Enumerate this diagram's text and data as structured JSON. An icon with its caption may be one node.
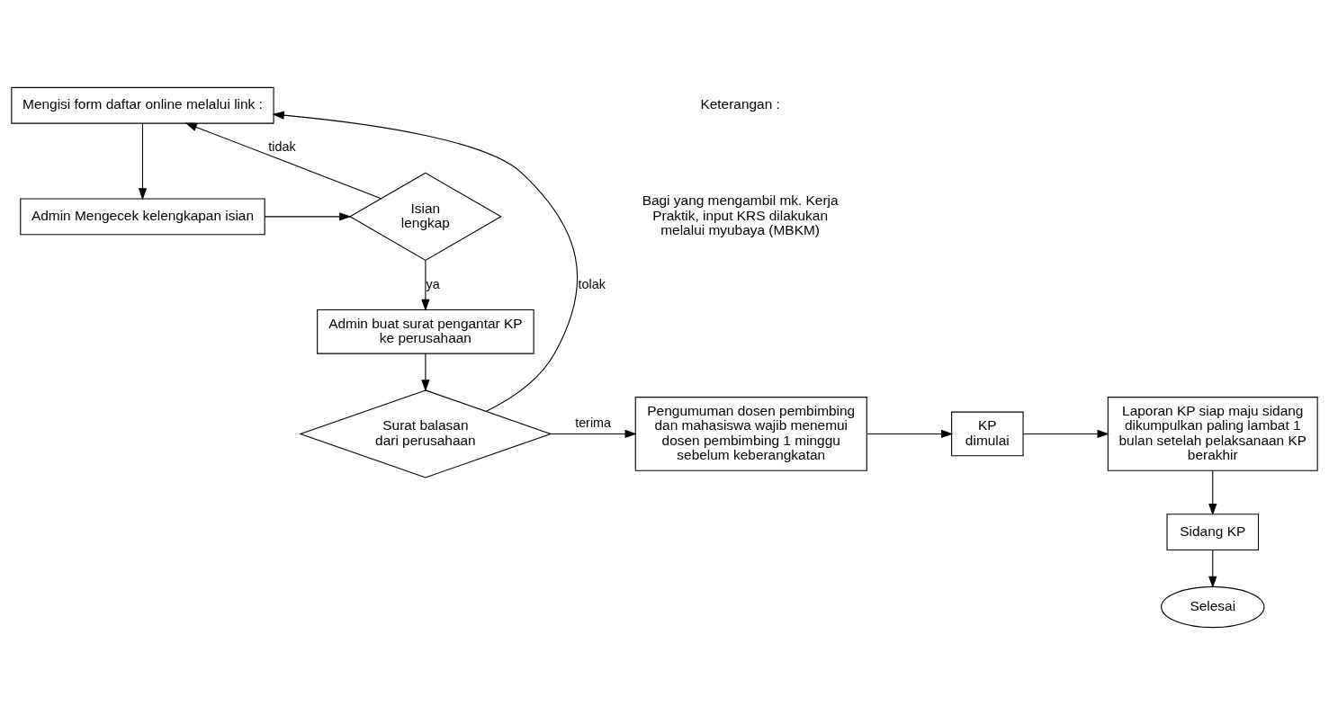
{
  "diagram": {
    "nodes": [
      {
        "text": [
          "Mengisi form daftar online melalui link :"
        ]
      },
      {
        "text": [
          "Admin Mengecek kelengkapan isian"
        ]
      },
      {
        "text": [
          "Isian lengkap"
        ]
      },
      {
        "text": [
          "Admin buat surat pengantar KP ke perusahaan"
        ]
      },
      {
        "text": [
          "Surat balasan dari perusahaan"
        ]
      },
      {
        "text": [
          "Pengumuman dosen pembimbing dan mahasiswa wajib menemui dosen pembimbing 1 minggu sebelum keberangkatan"
        ]
      },
      {
        "text": [
          "KP dimulai"
        ]
      },
      {
        "text": [
          "Laporan KP siap maju sidang dikumpulkan paling lambat 1 bulan setelah pelaksanaan KP berakhir"
        ]
      },
      {
        "text": [
          "Sidang KP"
        ]
      },
      {
        "text": [
          "Selesai"
        ]
      }
    ],
    "edges": [
      {
        "from": 0,
        "to": 1,
        "arrow": "to"
      },
      {
        "from": 1,
        "to": 2,
        "arrow": "to"
      },
      {
        "from": 2,
        "to": 0,
        "arrow": "to",
        "label": "tidak"
      },
      {
        "from": 2,
        "to": 3,
        "arrow": "to",
        "label": "ya"
      },
      {
        "from": 3,
        "to": 4,
        "arrow": "to"
      },
      {
        "from": 4,
        "to": 0,
        "arrow": "to",
        "label": "tolak"
      },
      {
        "from": 4,
        "to": 5,
        "arrow": "to",
        "label": "terima"
      },
      {
        "from": 5,
        "to": 6,
        "arrow": "to"
      },
      {
        "from": 6,
        "to": 7,
        "arrow": "to"
      },
      {
        "from": 7,
        "to": 8,
        "arrow": "to"
      },
      {
        "from": 8,
        "to": 9,
        "arrow": "to"
      }
    ],
    "labels": [
      "Keterangan :",
      "Bagi yang mengambil mk. Kerja Praktik, input KRS dilakukan melalui myubaya (MBKM)"
    ]
  }
}
